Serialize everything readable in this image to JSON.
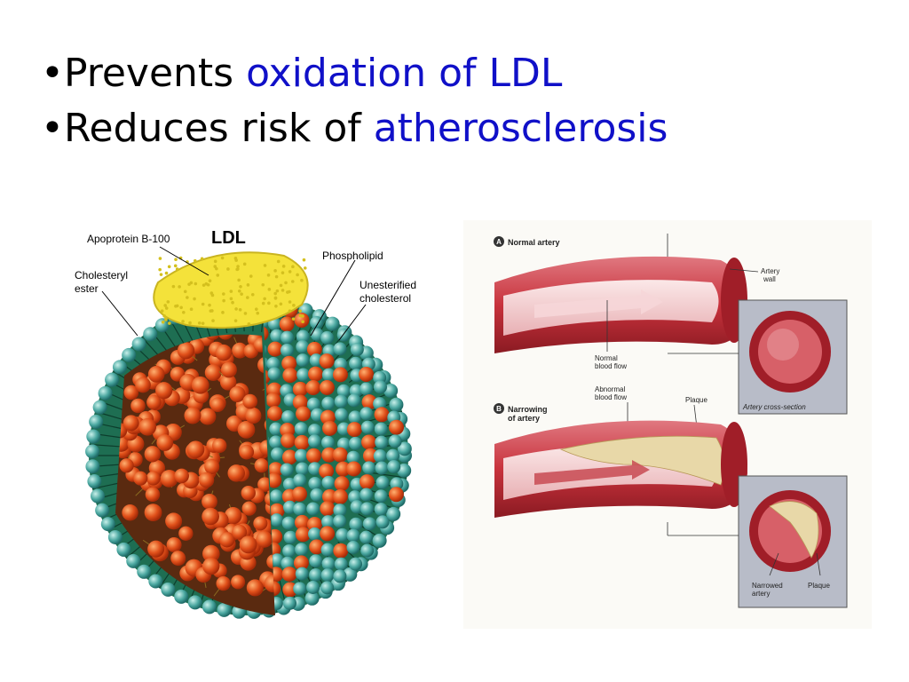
{
  "bullets": [
    {
      "lead": "Prevents ",
      "highlight": "oxidation of LDL"
    },
    {
      "lead": "Reduces risk of ",
      "highlight": "atherosclerosis"
    }
  ],
  "bullet_char": "•",
  "ldl_figure": {
    "title": "LDL",
    "labels": {
      "apoprotein": "Apoprotein B-100",
      "cholesteryl_1": "Cholesteryl",
      "cholesteryl_2": "ester",
      "phospholipid": "Phospholipid",
      "unesterified_1": "Unesterified",
      "unesterified_2": "cholesterol"
    }
  },
  "artery_figure": {
    "panel_a_letter": "A",
    "panel_a_title": "Normal artery",
    "panel_b_letter": "B",
    "panel_b_title_1": "Narrowing",
    "panel_b_title_2": "of artery",
    "labels": {
      "artery_wall_1": "Artery",
      "artery_wall_2": "wall",
      "normal_flow_1": "Normal",
      "normal_flow_2": "blood flow",
      "abnormal_flow_1": "Abnormal",
      "abnormal_flow_2": "blood flow",
      "plaque_top": "Plaque",
      "cross_section": "Artery cross-section",
      "narrowed_1": "Narrowed",
      "narrowed_2": "artery",
      "plaque_bottom": "Plaque"
    }
  },
  "colors": {
    "highlight": "#1010c8",
    "apoprotein": "#f4e23a",
    "core_sphere": "#e0501a",
    "phospholipid": "#4aa7a0",
    "membrane": "#1e6e52",
    "artery_red": "#c8323c",
    "plaque": "#e8d8a8"
  }
}
